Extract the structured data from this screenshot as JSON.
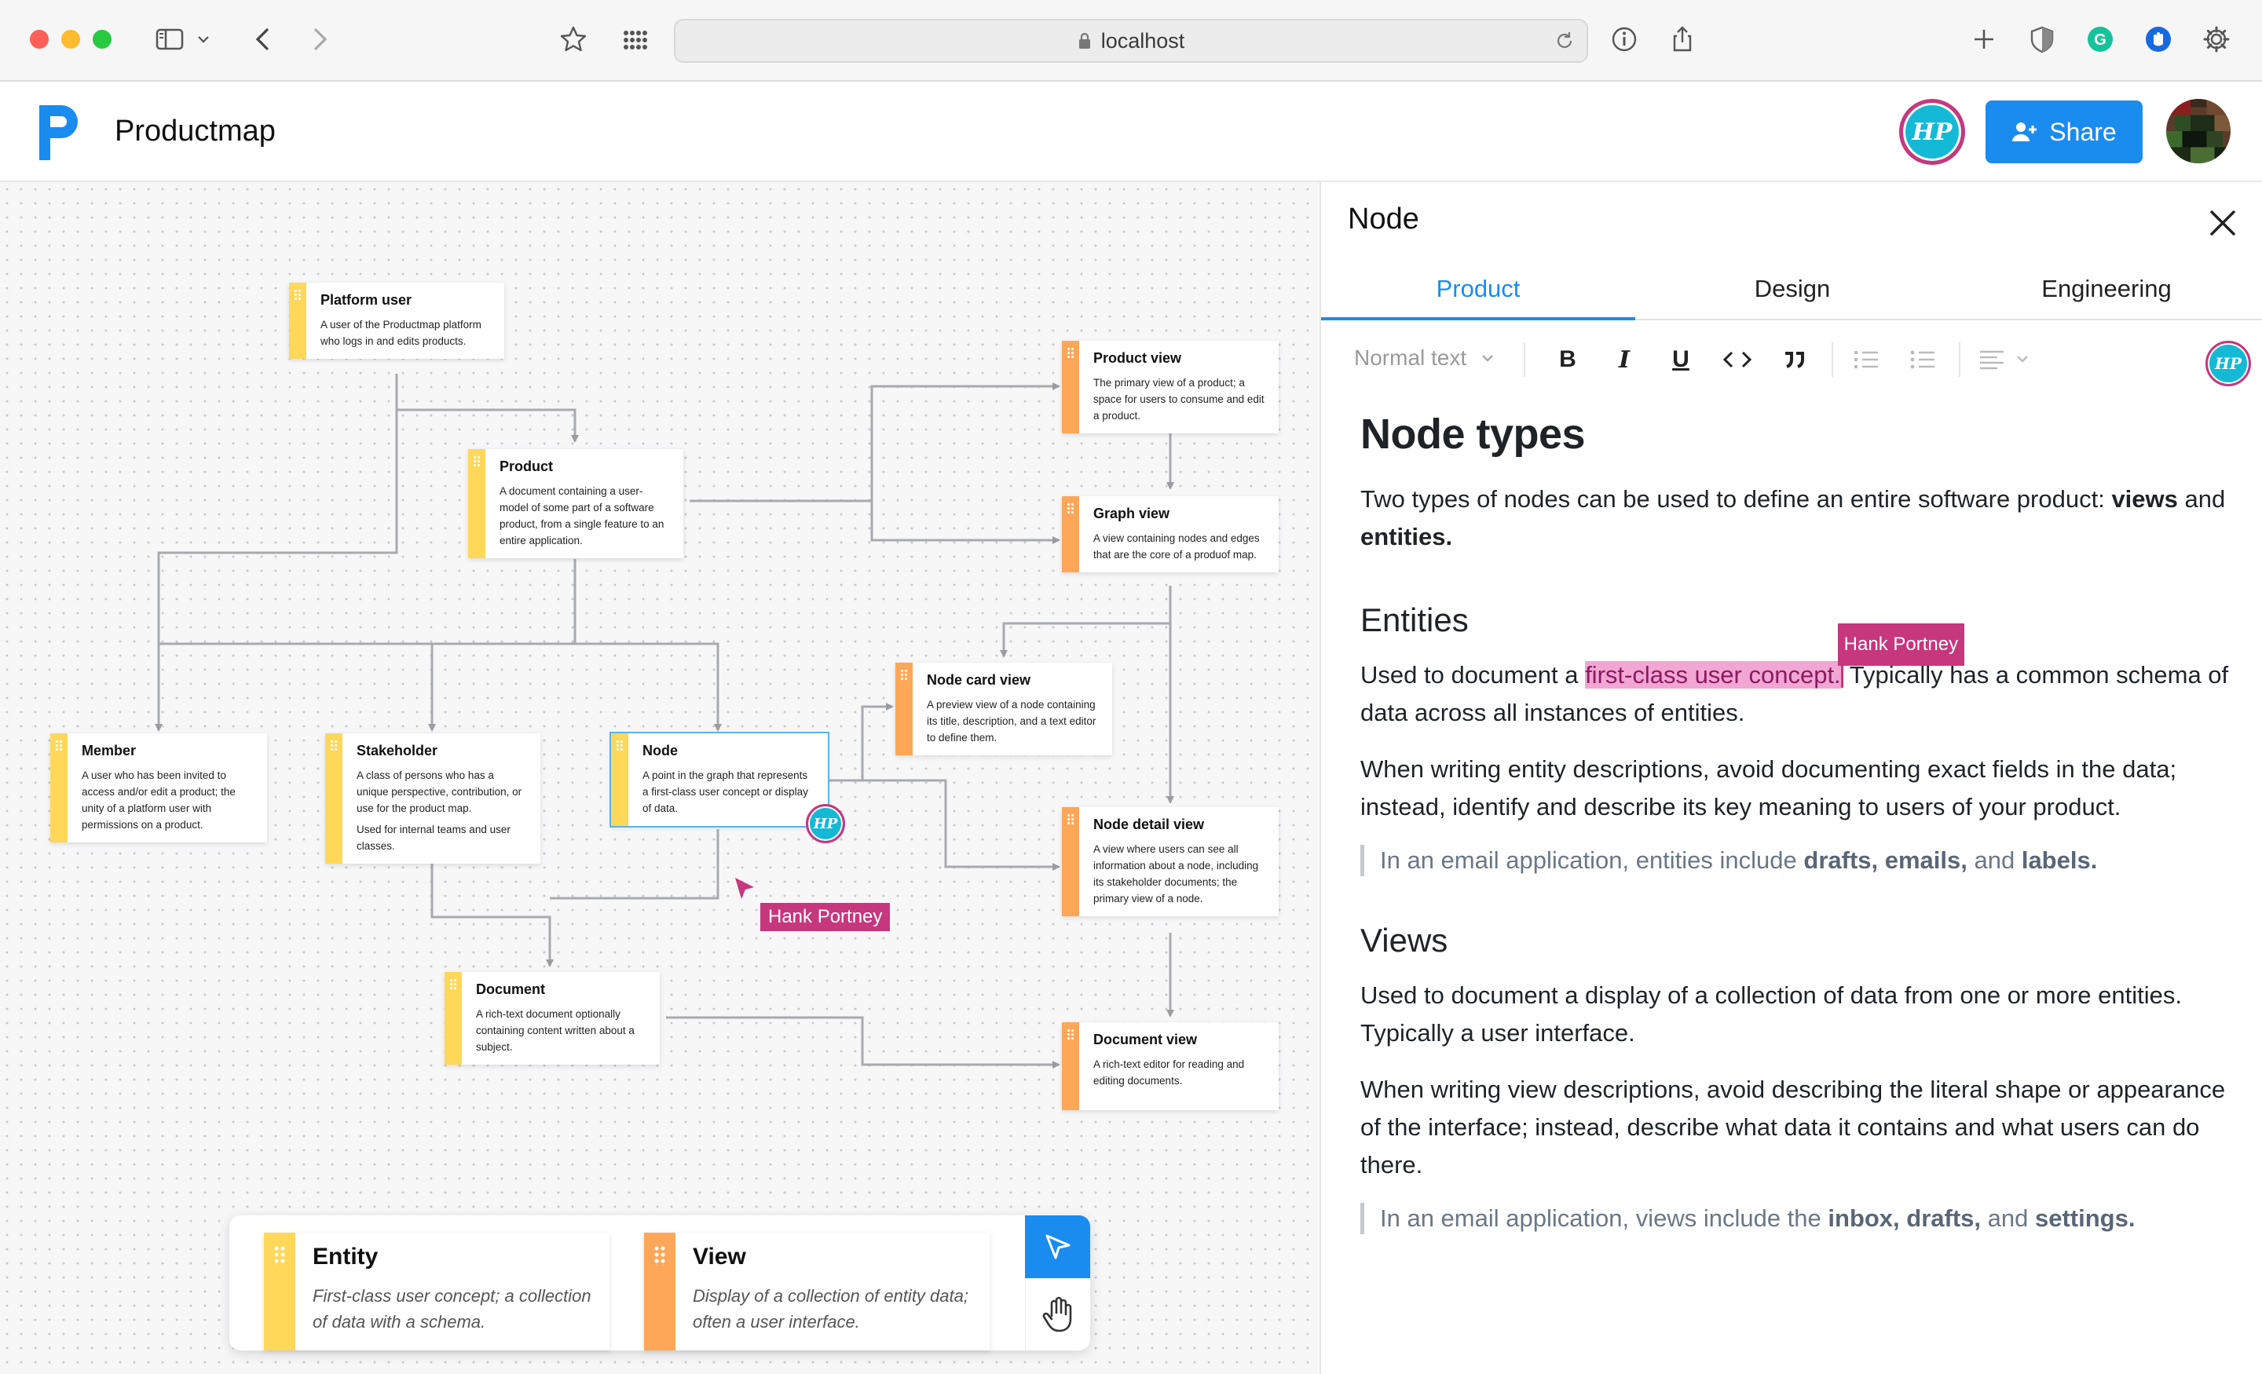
{
  "browser": {
    "url": "localhost"
  },
  "app": {
    "name": "Productmap",
    "collaborator_initials": "HP",
    "share_label": "Share"
  },
  "canvas": {
    "nodes": [
      {
        "id": "platform-user",
        "type": "entity",
        "title": "Platform user",
        "description": "A user of the Productmap platform who logs in and edits products."
      },
      {
        "id": "product",
        "type": "entity",
        "title": "Product",
        "description": "A document containing a user-model of some part of a software product, from a single feature to an entire application."
      },
      {
        "id": "member",
        "type": "entity",
        "title": "Member",
        "description": "A user who has been invited to access and/or edit a product; the unity of a platform user with permissions on a product."
      },
      {
        "id": "stakeholder",
        "type": "entity",
        "title": "Stakeholder",
        "description": "A class of persons who has a unique perspective, contribution, or use for the product map.",
        "note": "Used for internal teams and user classes."
      },
      {
        "id": "node",
        "type": "entity",
        "title": "Node",
        "description": "A point in the graph that represents a first-class user concept or display of data."
      },
      {
        "id": "document",
        "type": "entity",
        "title": "Document",
        "description": "A rich-text document optionally containing content written about a subject."
      },
      {
        "id": "product-view",
        "type": "view",
        "title": "Product view",
        "description": "The primary view of a product; a space for users to consume and edit a product."
      },
      {
        "id": "graph-view",
        "type": "view",
        "title": "Graph view",
        "description": "A view containing nodes and edges that are the core of a produof map."
      },
      {
        "id": "node-card-view",
        "type": "view",
        "title": "Node card view",
        "description": "A preview view of a node containing its title, description, and a text editor to define them."
      },
      {
        "id": "node-detail-view",
        "type": "view",
        "title": "Node detail view",
        "description": "A view where users can see all information about a node, including its stakeholder documents; the primary view of a node."
      },
      {
        "id": "document-view",
        "type": "view",
        "title": "Document view",
        "description": "A rich-text editor for reading and editing documents."
      }
    ],
    "cursor_user": "Hank Portney"
  },
  "palette": {
    "entity": {
      "title": "Entity",
      "description": "First-class user concept; a collection of data with a schema."
    },
    "view": {
      "title": "View",
      "description": "Display of a collection of entity data; often a user interface."
    }
  },
  "panel": {
    "title": "Node",
    "tabs": [
      "Product",
      "Design",
      "Engineering"
    ],
    "active_tab": "Product",
    "toolbar": {
      "text_style": "Normal text",
      "bold": "B",
      "italic": "I",
      "underline": "U"
    },
    "doc": {
      "h1": "Node types",
      "intro_pre": "Two types of nodes can be used to define an entire software product: ",
      "intro_b1": "views",
      "intro_mid": " and ",
      "intro_b2": "entities.",
      "entities_heading": "Entities",
      "entities_p1_pre": "Used to document a ",
      "entities_p1_hl": "first-class user concept.",
      "entities_p1_post": " Typically has a common schema of data across all instances of entities.",
      "entities_p2": "When writing entity descriptions, avoid documenting exact fields in the data; instead, identify and describe its key meaning to users of your product.",
      "entities_quote_pre": "In an email application, entities include ",
      "entities_quote_b1": "drafts, emails,",
      "entities_quote_mid": " and ",
      "entities_quote_b2": "labels.",
      "views_heading": "Views",
      "views_p1": "Used to document a display of a collection of data from one or more entities.  Typically a user interface.",
      "views_p2": "When writing view descriptions, avoid describing the literal shape or appearance of the interface; instead, describe what data it contains and what users can do there.",
      "views_quote_pre": "In an email application, views include the ",
      "views_quote_b1": "inbox, drafts,",
      "views_quote_mid": " and ",
      "views_quote_b2": "settings."
    },
    "editor_cursor_user": "Hank Portney"
  },
  "colors": {
    "accent": "#1a8cf0",
    "entity": "#ffd85a",
    "view": "#ffa758",
    "collaborator": "#c6377e",
    "avatar": "#14b9d6"
  }
}
